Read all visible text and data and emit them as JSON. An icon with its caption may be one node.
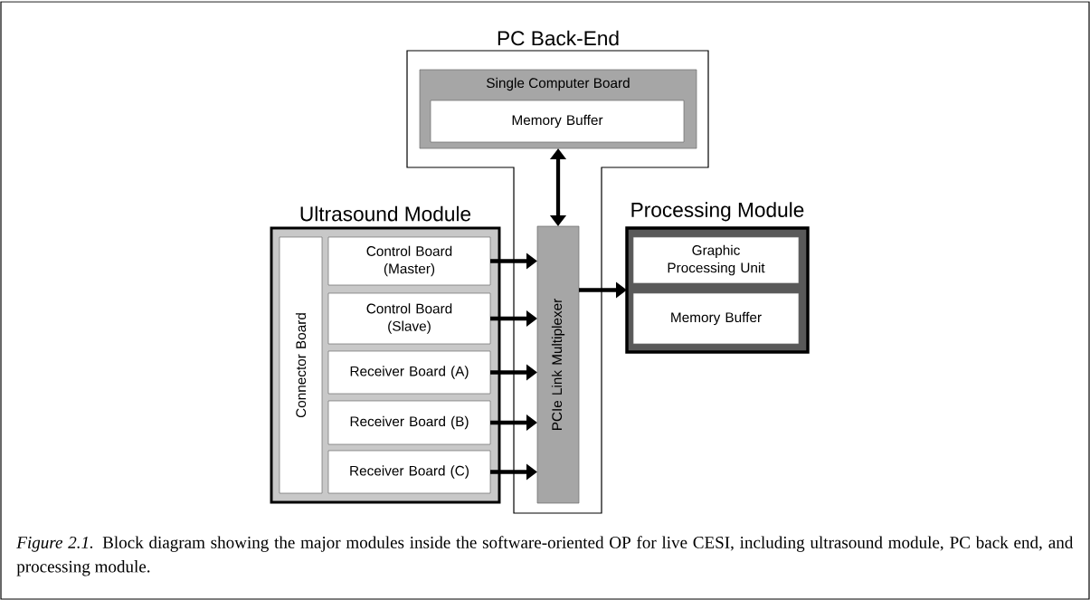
{
  "diagram": {
    "caption": "*Figure 2.1.* Block diagram showing the major modules inside the software-oriented OP for live CESI, including ultrasound module, PC back end, and processing module.",
    "nodes": [
      {
        "text": [
          "PC Back-End"
        ]
      },
      {
        "text": [
          "Single Computer Board"
        ],
        "in": 0
      },
      {
        "text": [
          "Memory Buffer"
        ],
        "in": 1
      },
      {
        "text": [
          "Ultrasound Module"
        ]
      },
      {
        "text": [
          "Connector Board"
        ],
        "in": 3
      },
      {
        "text": [
          "Control Board (Master)"
        ],
        "in": 3
      },
      {
        "text": [
          "Control Board (Slave)"
        ],
        "in": 3
      },
      {
        "text": [
          "Receiver Board (A)"
        ],
        "in": 3
      },
      {
        "text": [
          "Receiver Board (B)"
        ],
        "in": 3
      },
      {
        "text": [
          "Receiver Board (C)"
        ],
        "in": 3
      },
      {
        "text": [
          "PCIe Link Multiplexer"
        ],
        "in": 0
      },
      {
        "text": [
          "Processing Module"
        ]
      },
      {
        "text": [
          "Graphic Processing Unit"
        ],
        "in": 11
      },
      {
        "text": [
          "Memory Buffer"
        ],
        "in": 11
      }
    ],
    "edges": [
      {
        "from": 1,
        "to": 10,
        "arrow": "both"
      },
      {
        "from": 5,
        "to": 10,
        "arrow": "to"
      },
      {
        "from": 6,
        "to": 10,
        "arrow": "to"
      },
      {
        "from": 7,
        "to": 10,
        "arrow": "to"
      },
      {
        "from": 8,
        "to": 10,
        "arrow": "to"
      },
      {
        "from": 9,
        "to": 10,
        "arrow": "to"
      },
      {
        "from": 10,
        "to": 11,
        "arrow": "to"
      }
    ]
  }
}
